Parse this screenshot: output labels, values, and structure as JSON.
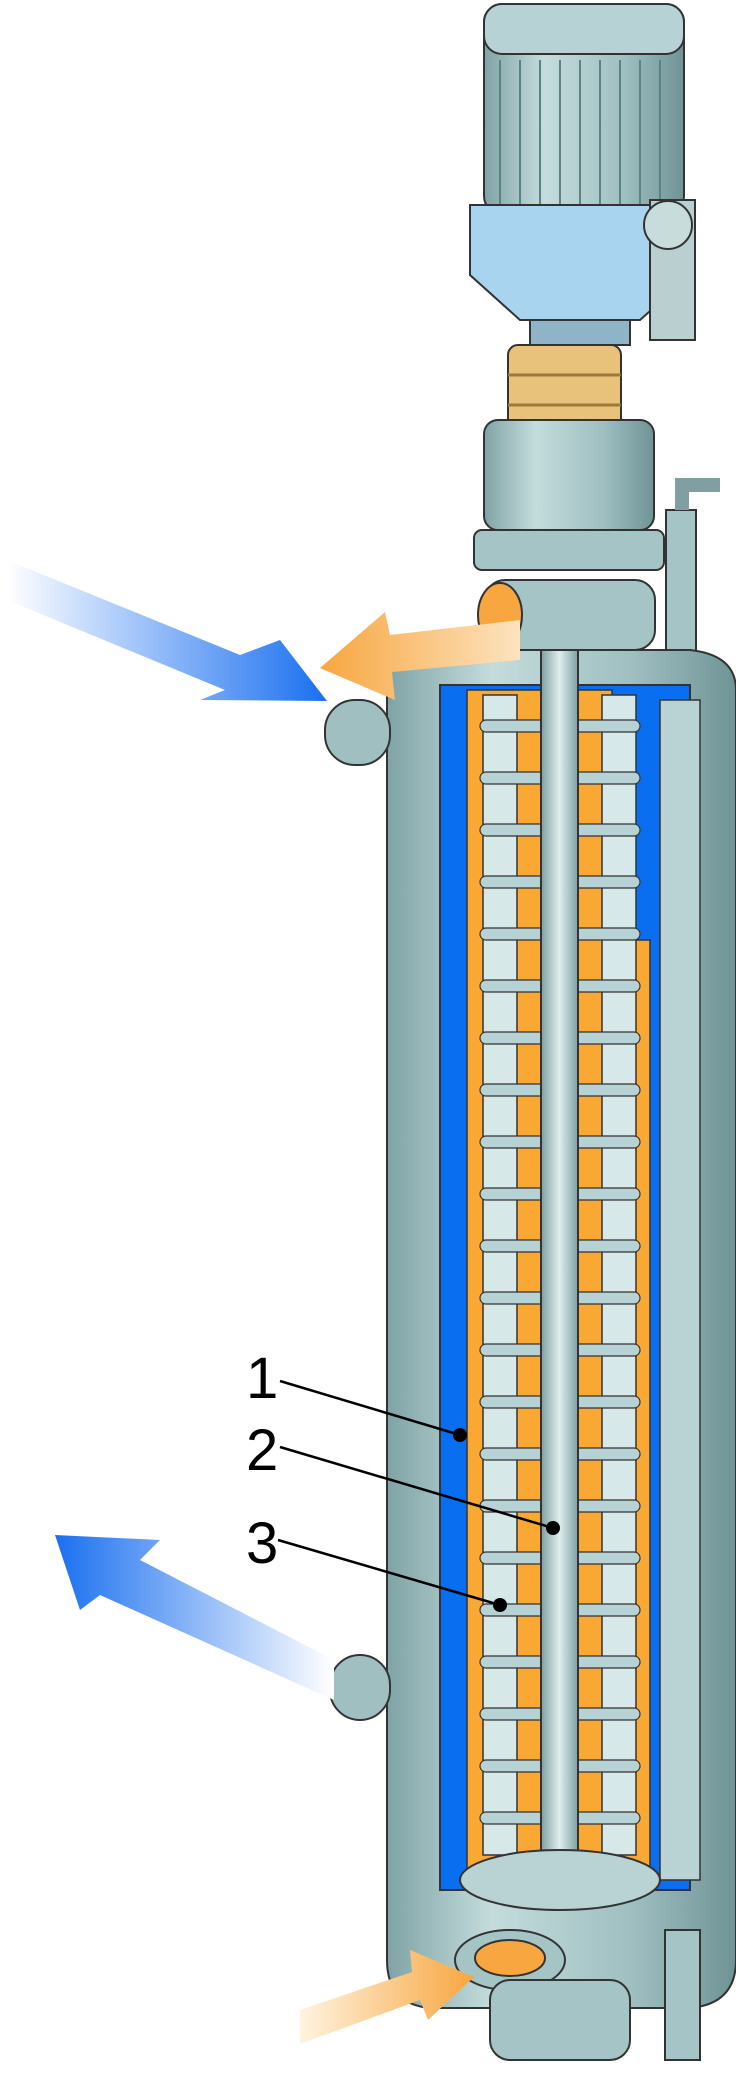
{
  "diagram": {
    "labels": [
      {
        "id": "1",
        "text": "1"
      },
      {
        "id": "2",
        "text": "2"
      },
      {
        "id": "3",
        "text": "3"
      }
    ],
    "colors": {
      "steel": "#9fc0c2",
      "steel_dark": "#6f9496",
      "steel_light": "#d6e8e8",
      "product": "#f9a833",
      "media": "#0a6ef0",
      "arrow_blue": "#1a6ff0",
      "arrow_orange": "#f7a640",
      "motor": "#a9c9cc",
      "gearbox": "#a8d4f0",
      "coupling": "#e8c27a"
    }
  }
}
